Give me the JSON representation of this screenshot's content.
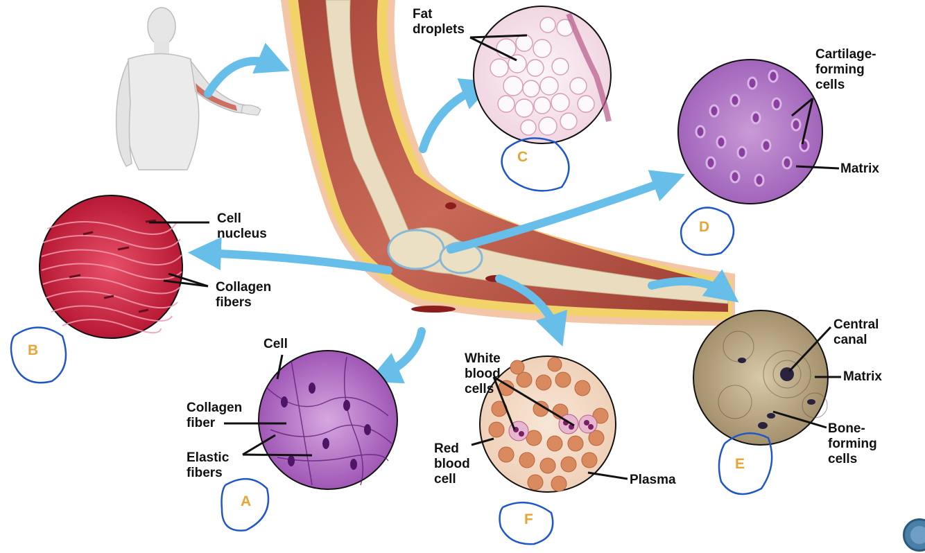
{
  "labels": {
    "fat_droplets": "Fat\ndroplets",
    "cartilage_forming_cells": "Cartilage-\nforming\ncells",
    "matrix_cartilage": "Matrix",
    "cell_nucleus": "Cell\nnucleus",
    "collagen_fibers": "Collagen\nfibers",
    "cell": "Cell",
    "collagen_fiber": "Collagen\nfiber",
    "elastic_fibers": "Elastic\nfibers",
    "white_blood_cells": "White\nblood\ncells",
    "red_blood_cell": "Red\nblood\ncell",
    "plasma": "Plasma",
    "central_canal": "Central\ncanal",
    "matrix_bone": "Matrix",
    "bone_forming_cells": "Bone-\nforming\ncells"
  },
  "letters": {
    "a": "A",
    "b": "B",
    "c": "C",
    "d": "D",
    "e": "E",
    "f": "F"
  },
  "colors": {
    "arrow": "#67bfe9",
    "ink_circle": "#1f57c9",
    "letter": "#e8a436"
  }
}
